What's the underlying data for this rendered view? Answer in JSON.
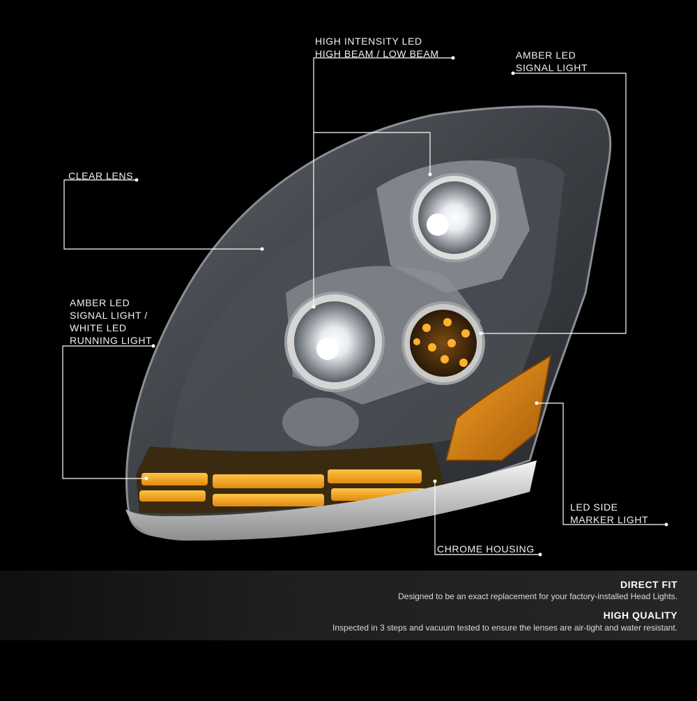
{
  "callouts": {
    "high_beam": [
      "HIGH INTENSITY LED",
      "HIGH BEAM / LOW BEAM"
    ],
    "amber_signal": [
      "AMBER LED",
      "SIGNAL LIGHT"
    ],
    "clear_lens": [
      "CLEAR LENS"
    ],
    "drl": [
      "AMBER LED",
      "SIGNAL LIGHT /",
      "WHITE LED",
      "RUNNING LIGHT"
    ],
    "side_marker": [
      "LED SIDE",
      "MARKER LIGHT"
    ],
    "chrome_housing": [
      "CHROME HOUSING"
    ]
  },
  "features": [
    {
      "title": "DIRECT FIT",
      "desc": "Designed to be an exact replacement for your factory-installed Head Lights."
    },
    {
      "title": "HIGH QUALITY",
      "desc": "Inspected in 3 steps and vacuum tested to ensure the lenses are air-tight and water resistant."
    }
  ],
  "colors": {
    "amber": "#f5a31a",
    "chrome": "#d9d9d9",
    "background": "#000000"
  }
}
